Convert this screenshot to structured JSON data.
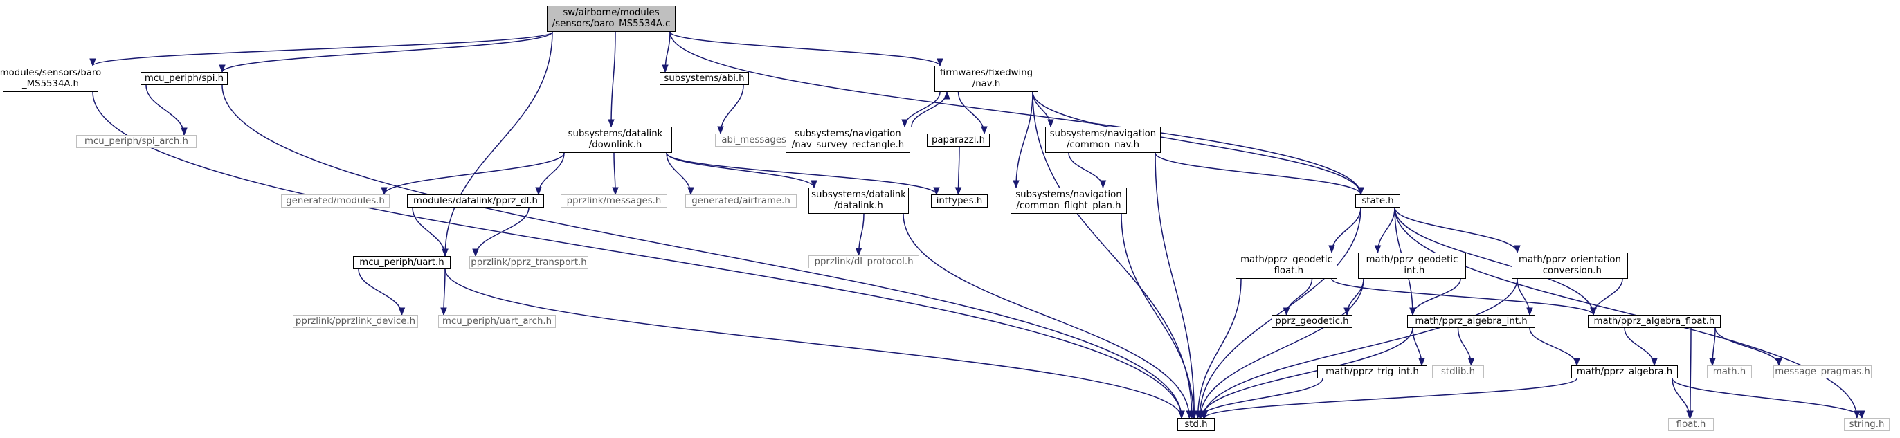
{
  "graph": {
    "nodes": [
      {
        "id": "root",
        "lines": [
          "sw/airborne/modules",
          "/sensors/baro_MS5534A.c"
        ],
        "kind": "root"
      },
      {
        "id": "baro_h",
        "lines": [
          "modules/sensors/baro",
          "_MS5534A.h"
        ],
        "kind": "doc"
      },
      {
        "id": "spi_h",
        "lines": [
          "mcu_periph/spi.h"
        ],
        "kind": "doc"
      },
      {
        "id": "abi_h",
        "lines": [
          "subsystems/abi.h"
        ],
        "kind": "doc"
      },
      {
        "id": "nav_h",
        "lines": [
          "firmwares/fixedwing",
          "/nav.h"
        ],
        "kind": "doc"
      },
      {
        "id": "spi_arch",
        "lines": [
          "mcu_periph/spi_arch.h"
        ],
        "kind": "ext"
      },
      {
        "id": "abi_msg",
        "lines": [
          "abi_messages.h"
        ],
        "kind": "ext"
      },
      {
        "id": "nav_survey",
        "lines": [
          "subsystems/navigation",
          "/nav_survey_rectangle.h"
        ],
        "kind": "doc"
      },
      {
        "id": "paparazzi",
        "lines": [
          "paparazzi.h"
        ],
        "kind": "doc"
      },
      {
        "id": "common_nav",
        "lines": [
          "subsystems/navigation",
          "/common_nav.h"
        ],
        "kind": "doc"
      },
      {
        "id": "downlink",
        "lines": [
          "subsystems/datalink",
          "/downlink.h"
        ],
        "kind": "doc"
      },
      {
        "id": "gen_modules",
        "lines": [
          "generated/modules.h"
        ],
        "kind": "ext"
      },
      {
        "id": "pprz_dl",
        "lines": [
          "modules/datalink/pprz_dl.h"
        ],
        "kind": "doc"
      },
      {
        "id": "pprzlink_msgs",
        "lines": [
          "pprzlink/messages.h"
        ],
        "kind": "ext"
      },
      {
        "id": "gen_airframe",
        "lines": [
          "generated/airframe.h"
        ],
        "kind": "ext"
      },
      {
        "id": "datalink",
        "lines": [
          "subsystems/datalink",
          "/datalink.h"
        ],
        "kind": "doc"
      },
      {
        "id": "inttypes",
        "lines": [
          "inttypes.h"
        ],
        "kind": "doc"
      },
      {
        "id": "cfp",
        "lines": [
          "subsystems/navigation",
          "/common_flight_plan.h"
        ],
        "kind": "doc"
      },
      {
        "id": "state",
        "lines": [
          "state.h"
        ],
        "kind": "doc"
      },
      {
        "id": "uart",
        "lines": [
          "mcu_periph/uart.h"
        ],
        "kind": "doc"
      },
      {
        "id": "pprz_transport",
        "lines": [
          "pprzlink/pprz_transport.h"
        ],
        "kind": "ext"
      },
      {
        "id": "dl_protocol",
        "lines": [
          "pprzlink/dl_protocol.h"
        ],
        "kind": "ext"
      },
      {
        "id": "pprzlink_device",
        "lines": [
          "pprzlink/pprzlink_device.h"
        ],
        "kind": "ext"
      },
      {
        "id": "uart_arch",
        "lines": [
          "mcu_periph/uart_arch.h"
        ],
        "kind": "ext"
      },
      {
        "id": "geo_float",
        "lines": [
          "math/pprz_geodetic",
          "_float.h"
        ],
        "kind": "doc"
      },
      {
        "id": "geo_int",
        "lines": [
          "math/pprz_geodetic",
          "_int.h"
        ],
        "kind": "doc"
      },
      {
        "id": "orient",
        "lines": [
          "math/pprz_orientation",
          "_conversion.h"
        ],
        "kind": "doc"
      },
      {
        "id": "geodetic",
        "lines": [
          "pprz_geodetic.h"
        ],
        "kind": "doc"
      },
      {
        "id": "alg_int",
        "lines": [
          "math/pprz_algebra_int.h"
        ],
        "kind": "doc"
      },
      {
        "id": "alg_float",
        "lines": [
          "math/pprz_algebra_float.h"
        ],
        "kind": "doc"
      },
      {
        "id": "trig_int",
        "lines": [
          "math/pprz_trig_int.h"
        ],
        "kind": "doc"
      },
      {
        "id": "stdlib",
        "lines": [
          "stdlib.h"
        ],
        "kind": "ext"
      },
      {
        "id": "algebra",
        "lines": [
          "math/pprz_algebra.h"
        ],
        "kind": "doc"
      },
      {
        "id": "math_h",
        "lines": [
          "math.h"
        ],
        "kind": "ext"
      },
      {
        "id": "msg_pragmas",
        "lines": [
          "message_pragmas.h"
        ],
        "kind": "ext"
      },
      {
        "id": "std_h",
        "lines": [
          "std.h"
        ],
        "kind": "doc"
      },
      {
        "id": "float_h",
        "lines": [
          "float.h"
        ],
        "kind": "ext"
      },
      {
        "id": "string_h",
        "lines": [
          "string.h"
        ],
        "kind": "ext"
      }
    ],
    "edges": [
      [
        "root",
        "baro_h"
      ],
      [
        "root",
        "spi_h"
      ],
      [
        "root",
        "abi_h"
      ],
      [
        "root",
        "nav_h"
      ],
      [
        "root",
        "downlink"
      ],
      [
        "root",
        "uart"
      ],
      [
        "root",
        "state"
      ],
      [
        "baro_h",
        "std_h"
      ],
      [
        "spi_h",
        "spi_arch"
      ],
      [
        "spi_h",
        "std_h"
      ],
      [
        "abi_h",
        "abi_msg"
      ],
      [
        "nav_h",
        "nav_survey"
      ],
      [
        "nav_survey",
        "nav_h"
      ],
      [
        "nav_h",
        "paparazzi"
      ],
      [
        "nav_h",
        "common_nav"
      ],
      [
        "nav_h",
        "cfp"
      ],
      [
        "nav_h",
        "state"
      ],
      [
        "nav_h",
        "std_h"
      ],
      [
        "paparazzi",
        "inttypes"
      ],
      [
        "common_nav",
        "cfp"
      ],
      [
        "common_nav",
        "state"
      ],
      [
        "common_nav",
        "std_h"
      ],
      [
        "downlink",
        "gen_modules"
      ],
      [
        "downlink",
        "pprz_dl"
      ],
      [
        "downlink",
        "pprzlink_msgs"
      ],
      [
        "downlink",
        "gen_airframe"
      ],
      [
        "downlink",
        "datalink"
      ],
      [
        "downlink",
        "inttypes"
      ],
      [
        "pprz_dl",
        "uart"
      ],
      [
        "pprz_dl",
        "pprz_transport"
      ],
      [
        "datalink",
        "dl_protocol"
      ],
      [
        "datalink",
        "std_h"
      ],
      [
        "cfp",
        "std_h"
      ],
      [
        "uart",
        "pprzlink_device"
      ],
      [
        "uart",
        "uart_arch"
      ],
      [
        "uart",
        "std_h"
      ],
      [
        "state",
        "std_h"
      ],
      [
        "state",
        "geo_float"
      ],
      [
        "state",
        "geo_int"
      ],
      [
        "state",
        "orient"
      ],
      [
        "state",
        "alg_int"
      ],
      [
        "state",
        "alg_float"
      ],
      [
        "state",
        "string_h"
      ],
      [
        "geo_float",
        "geodetic"
      ],
      [
        "geo_float",
        "alg_float"
      ],
      [
        "geo_float",
        "std_h"
      ],
      [
        "geo_int",
        "geodetic"
      ],
      [
        "geo_int",
        "alg_int"
      ],
      [
        "geo_int",
        "std_h"
      ],
      [
        "orient",
        "alg_int"
      ],
      [
        "orient",
        "alg_float"
      ],
      [
        "orient",
        "std_h"
      ],
      [
        "alg_int",
        "trig_int"
      ],
      [
        "alg_int",
        "stdlib"
      ],
      [
        "alg_int",
        "algebra"
      ],
      [
        "alg_int",
        "std_h"
      ],
      [
        "alg_float",
        "algebra"
      ],
      [
        "alg_float",
        "math_h"
      ],
      [
        "alg_float",
        "msg_pragmas"
      ],
      [
        "alg_float",
        "float_h"
      ],
      [
        "trig_int",
        "std_h"
      ],
      [
        "algebra",
        "std_h"
      ],
      [
        "algebra",
        "float_h"
      ],
      [
        "algebra",
        "string_h"
      ]
    ]
  }
}
